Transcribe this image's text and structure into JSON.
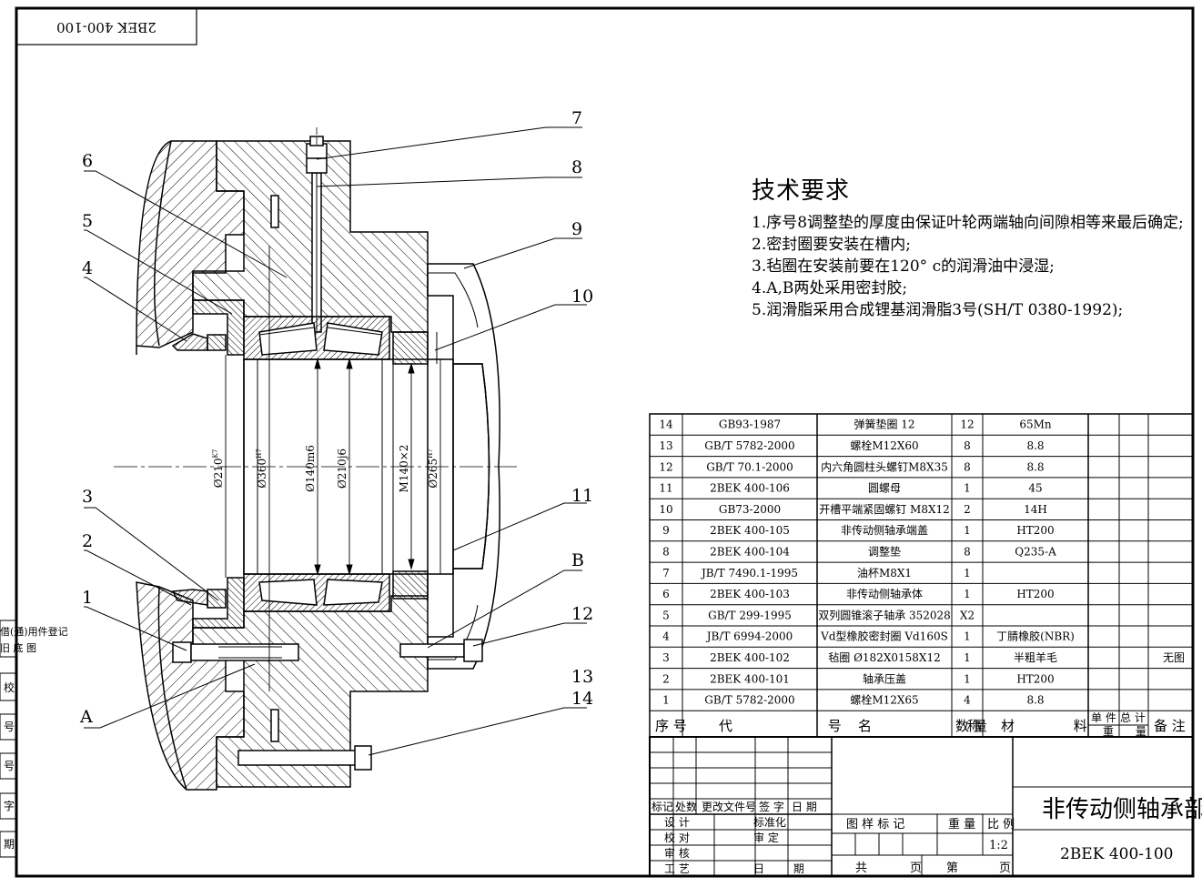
{
  "stamp": "2BEK 400-100",
  "tech": {
    "title": "技术要求",
    "lines": [
      "1.序号8调整垫的厚度由保证叶轮两端轴向间隙相等来最后确定;",
      "2.密封圈要安装在槽内;",
      "3.毡圈在安装前要在120° c的润滑油中浸湿;",
      "4.A,B两处采用密封胶;",
      "5.润滑脂采用合成锂基润滑脂3号(SH/T 0380-1992);"
    ]
  },
  "callouts": [
    "7",
    "8",
    "6",
    "5",
    "4",
    "9",
    "10",
    "3",
    "2",
    "1",
    "11",
    "B",
    "12",
    "A",
    "13",
    "14"
  ],
  "dims": [
    "Ø210",
    "Ø360",
    "Ø140m6",
    "Ø210j6",
    "M140×2",
    "Ø265"
  ],
  "dim_fits": [
    "K7",
    "H7",
    "H7"
  ],
  "bom": {
    "headers": [
      "序 号",
      "代 号",
      "名 称",
      "数 量",
      "材 料",
      "单 件",
      "总 计",
      "重 量",
      "备 注"
    ],
    "rows": [
      {
        "no": "14",
        "code": "GB93-1987",
        "name": "弹簧垫圈 12",
        "qty": "12",
        "mat": "65Mn",
        "note": ""
      },
      {
        "no": "13",
        "code": "GB/T 5782-2000",
        "name": "螺栓M12X60",
        "qty": "8",
        "mat": "8.8",
        "note": ""
      },
      {
        "no": "12",
        "code": "GB/T 70.1-2000",
        "name": "内六角圆柱头螺钉M8X35",
        "qty": "8",
        "mat": "8.8",
        "note": ""
      },
      {
        "no": "11",
        "code": "2BEK 400-106",
        "name": "圆螺母",
        "qty": "1",
        "mat": "45",
        "note": ""
      },
      {
        "no": "10",
        "code": "GB73-2000",
        "name": "开槽平端紧固螺钉 M8X12",
        "qty": "2",
        "mat": "14H",
        "note": ""
      },
      {
        "no": "9",
        "code": "2BEK 400-105",
        "name": "非传动侧轴承端盖",
        "qty": "1",
        "mat": "HT200",
        "note": ""
      },
      {
        "no": "8",
        "code": "2BEK 400-104",
        "name": "调整垫",
        "qty": "8",
        "mat": "Q235-A",
        "note": ""
      },
      {
        "no": "7",
        "code": "JB/T 7490.1-1995",
        "name": "油杯M8X1",
        "qty": "1",
        "mat": "",
        "note": ""
      },
      {
        "no": "6",
        "code": "2BEK 400-103",
        "name": "非传动侧轴承体",
        "qty": "1",
        "mat": "HT200",
        "note": ""
      },
      {
        "no": "5",
        "code": "GB/T 299-1995",
        "name": "双列圆锥滚子轴承 352028",
        "qty": "X2",
        "mat": "",
        "note": ""
      },
      {
        "no": "4",
        "code": "JB/T 6994-2000",
        "name": "Vd型橡胶密封圈 Vd160S",
        "qty": "1",
        "mat": "丁腈橡胶(NBR)",
        "note": ""
      },
      {
        "no": "3",
        "code": "2BEK 400-102",
        "name": "毡圈 Ø182X0158X12",
        "qty": "1",
        "mat": "半粗羊毛",
        "note": "无图"
      },
      {
        "no": "2",
        "code": "2BEK 400-101",
        "name": "轴承压盖",
        "qty": "1",
        "mat": "HT200",
        "note": ""
      },
      {
        "no": "1",
        "code": "GB/T 5782-2000",
        "name": "螺栓M12X65",
        "qty": "4",
        "mat": "8.8",
        "note": ""
      }
    ]
  },
  "title_block": {
    "rev_headers": [
      "标记",
      "处数",
      "更改文件号",
      "签 字",
      "日 期"
    ],
    "left_rows": [
      "设 计",
      "校 对",
      "审 核",
      "工 艺"
    ],
    "mid_rows": [
      "标准化",
      "审 定",
      "",
      "日 期"
    ],
    "label_tuyang": "图 样 标 记",
    "label_zhongliang": "重 量",
    "label_bili": "比 例",
    "scale": "1:2",
    "gong": "共",
    "ye1": "页",
    "di": "第",
    "ye2": "页",
    "name": "非传动侧轴承部件",
    "drawing_no": "2BEK 400-100"
  },
  "side_labels": [
    "借(通)用件登记",
    "旧 底 图",
    "校",
    "号",
    "号",
    "字",
    "期"
  ]
}
